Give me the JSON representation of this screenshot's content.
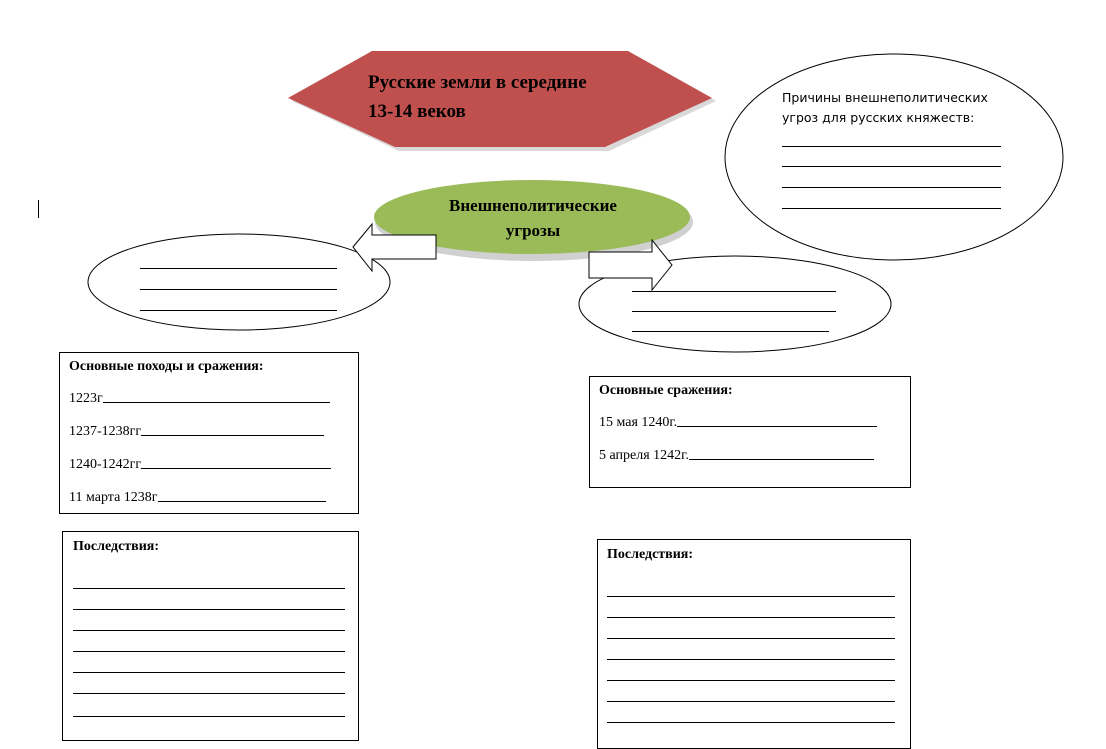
{
  "title": {
    "line1": "Русские земли в середине",
    "line2": "13-14 веков"
  },
  "center": {
    "line1": "Внешнеполитические",
    "line2": "угрозы"
  },
  "causes": {
    "line1": "Причины внешнеполитических",
    "line2": "угроз для русских княжеств:"
  },
  "left_box": {
    "heading": "Основные походы и сражения:",
    "rows": [
      "1223г",
      "1237-1238гг",
      "1240-1242гг",
      "11 марта 1238г"
    ]
  },
  "right_box": {
    "heading": "Основные сражения:",
    "rows": [
      "15 мая 1240г.",
      "5 апреля 1242г."
    ]
  },
  "left_consequences": {
    "heading": "Последствия:"
  },
  "right_consequences": {
    "heading": "Последствия:"
  },
  "colors": {
    "hexagon": "#c0504d",
    "ellipse": "#9bbb59"
  }
}
